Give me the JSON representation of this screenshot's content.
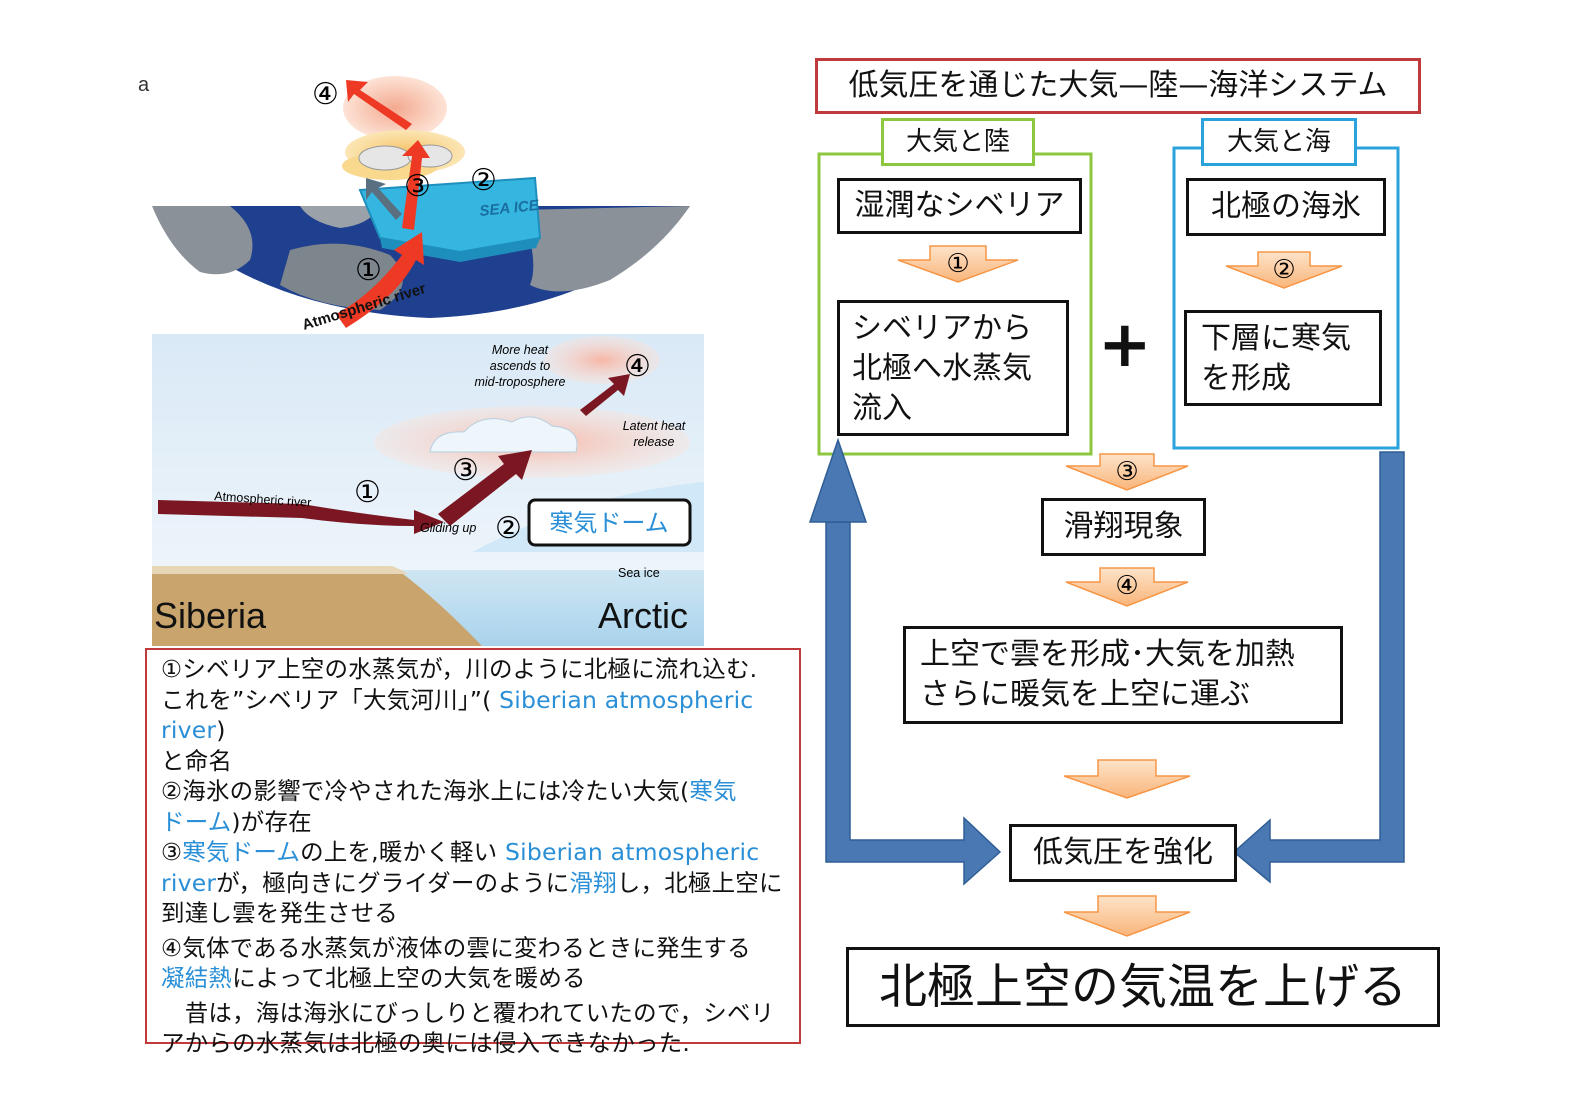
{
  "panel_label": "a",
  "map": {
    "sea_ice_label": "SEA ICE",
    "river_label": "Atmospheric river",
    "markers": [
      "①",
      "②",
      "③",
      "④"
    ]
  },
  "cross_section": {
    "more_heat": [
      "More heat",
      "ascends to",
      "mid-troposphere"
    ],
    "latent_heat": [
      "Latent heat",
      "release"
    ],
    "river_label": "Atmospheric river",
    "gliding_label": "Gliding up",
    "cold_dome": "寒気ドーム",
    "sea_ice": "Sea ice",
    "siberia": "Siberia",
    "arctic": "Arctic",
    "markers": [
      "①",
      "②",
      "③",
      "④"
    ]
  },
  "description": {
    "line1_a": "①シベリア上空の水蒸気が，川のように北極に流れ込む.",
    "line2_a": "これを”シベリア「大気河川」”( ",
    "line2_b": "Siberian  atmospheric river",
    "line2_c": ")",
    "line3": "と命名",
    "line4_a": "②海氷の影響で冷やされた海氷上には冷たい大気(",
    "line4_b": "寒気",
    "line5_a": "ドーム",
    "line5_b": ")が存在",
    "line6_a": "③",
    "line6_b": "寒気ドーム",
    "line6_c": "の上を,暖かく軽い ",
    "line6_d": "Siberian  atmospheric",
    "line7_a": "river",
    "line7_b": "が，極向きにグライダーのように",
    "line7_c": "滑翔",
    "line7_d": "し，北極上空に",
    "line8": "到達し雲を発生させる",
    "line9": "④気体である水蒸気が液体の雲に変わるときに発生する",
    "line10_a": "凝結熱",
    "line10_b": "によって北極上空の大気を暖める",
    "line11": "　昔は，海は海氷にびっしりと覆われていたので，シベリ",
    "line12": "アからの水蒸気は北極の奥には侵入できなかった."
  },
  "flow": {
    "title": "低気圧を通じた大気—陸—海洋システム",
    "left_header": "大気と陸",
    "right_header": "大気と海",
    "wet_siberia": "湿潤なシベリア",
    "vapor_flow": [
      "シベリアから",
      "北極へ水蒸気",
      "流入"
    ],
    "arctic_sea_ice": "北極の海氷",
    "cold_layer": [
      "下層に寒気",
      "を形成"
    ],
    "plus": "+",
    "gliding": "滑翔現象",
    "cloud_heat": [
      "上空で雲を形成･大気を加熱",
      "さらに暖気を上空に運ぶ"
    ],
    "strengthen": "低気圧を強化",
    "result": "北極上空の気温を上げる",
    "steps": [
      "①",
      "②",
      "③",
      "④"
    ]
  },
  "colors": {
    "title_border": "#c0393b",
    "land_group": "#8dc63f",
    "sea_group": "#2aa3dc",
    "arrow_orange": "#f79646",
    "feedback_blue": "#4a78b2",
    "highlight_text": "#2a8fd6"
  }
}
